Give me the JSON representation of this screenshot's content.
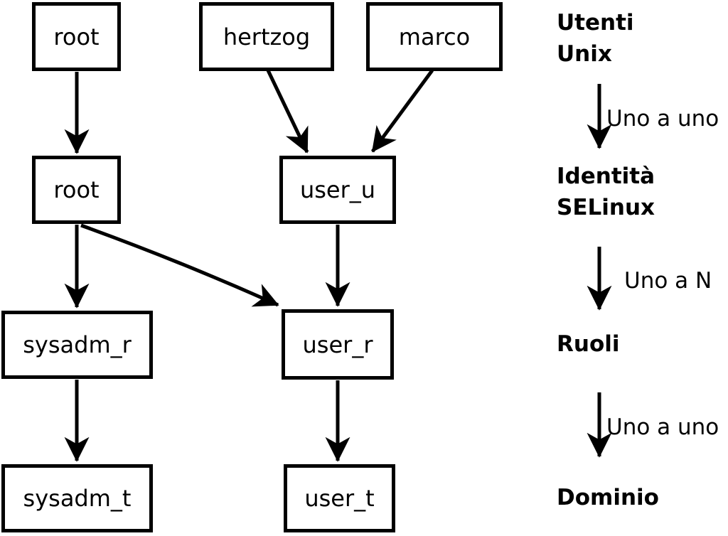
{
  "colors": {
    "line": "#000000",
    "text": "#000000",
    "background": "#ffffff",
    "box_fill": "#ffffff"
  },
  "nodes": {
    "unix_root": "root",
    "unix_hertzog": "hertzog",
    "unix_marco": "marco",
    "selinux_root": "root",
    "selinux_user_u": "user_u",
    "role_sysadm_r": "sysadm_r",
    "role_user_r": "user_r",
    "domain_sysadm_t": "sysadm_t",
    "domain_user_t": "user_t"
  },
  "edges": [
    {
      "from": "unix_root",
      "to": "selinux_root"
    },
    {
      "from": "unix_hertzog",
      "to": "selinux_user_u"
    },
    {
      "from": "unix_marco",
      "to": "selinux_user_u"
    },
    {
      "from": "selinux_root",
      "to": "role_sysadm_r"
    },
    {
      "from": "selinux_root",
      "to": "role_user_r"
    },
    {
      "from": "selinux_user_u",
      "to": "role_user_r"
    },
    {
      "from": "role_sysadm_r",
      "to": "domain_sysadm_t"
    },
    {
      "from": "role_user_r",
      "to": "domain_user_t"
    }
  ],
  "legend": {
    "level_unix_users": "Utenti\nUnix",
    "mapping_unix_to_identity": "Uno a uno",
    "level_selinux_identity": "Identità\nSELinux",
    "mapping_identity_to_roles": "Uno a N",
    "level_roles": "Ruoli",
    "mapping_roles_to_domain": "Uno a uno",
    "level_domain": "Dominio"
  }
}
